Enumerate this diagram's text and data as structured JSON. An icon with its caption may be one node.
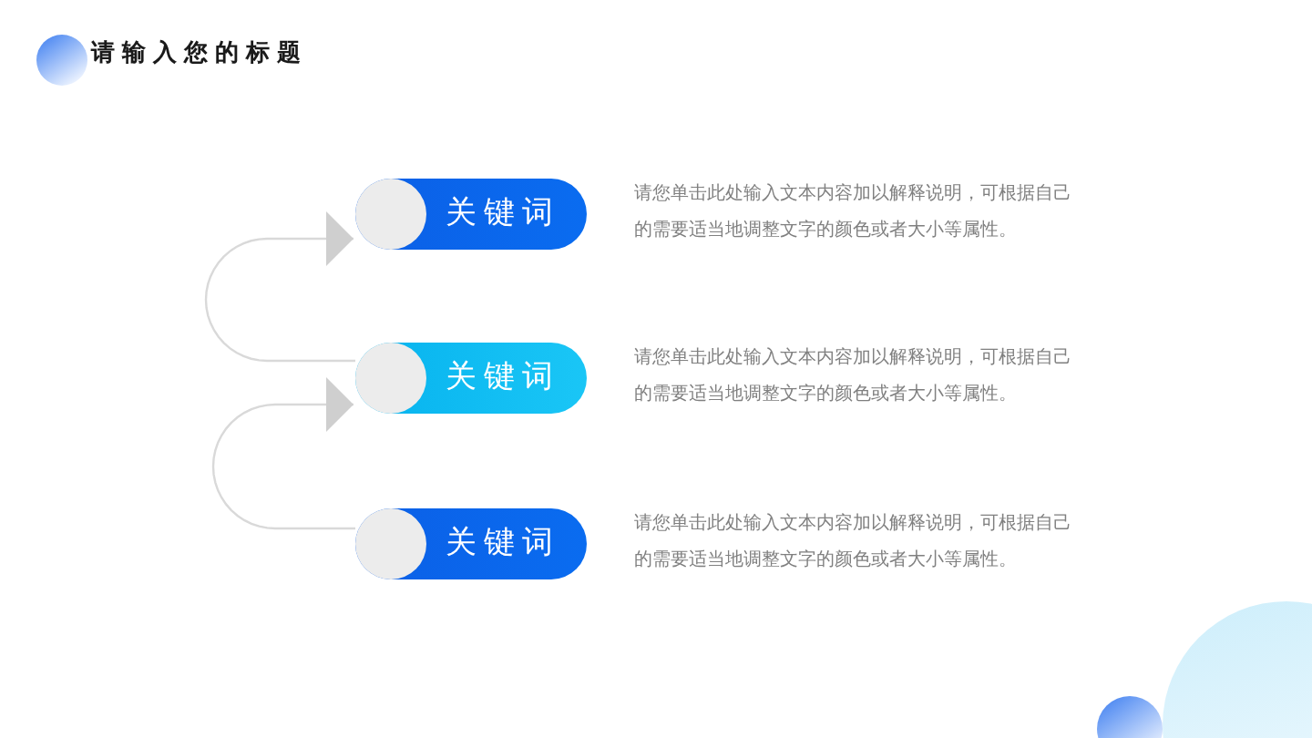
{
  "diagram": {
    "title": "请输入您的标题",
    "nodes": [
      {
        "text": [
          "关键词"
        ],
        "beside": [
          "请您单击此处输入文本内容加以解释说明，可根据自己的需要适当地调整文字的颜色或者大小等属性。"
        ]
      },
      {
        "text": [
          "关键词"
        ],
        "beside": [
          "请您单击此处输入文本内容加以解释说明，可根据自己的需要适当地调整文字的颜色或者大小等属性。"
        ]
      },
      {
        "text": [
          "关键词"
        ],
        "beside": [
          "请您单击此处输入文本内容加以解释说明，可根据自己的需要适当地调整文字的颜色或者大小等属性。"
        ]
      }
    ],
    "edges": [
      {
        "from": 1,
        "to": 0,
        "arrow": "to"
      },
      {
        "from": 2,
        "to": 1,
        "arrow": "to"
      }
    ]
  }
}
